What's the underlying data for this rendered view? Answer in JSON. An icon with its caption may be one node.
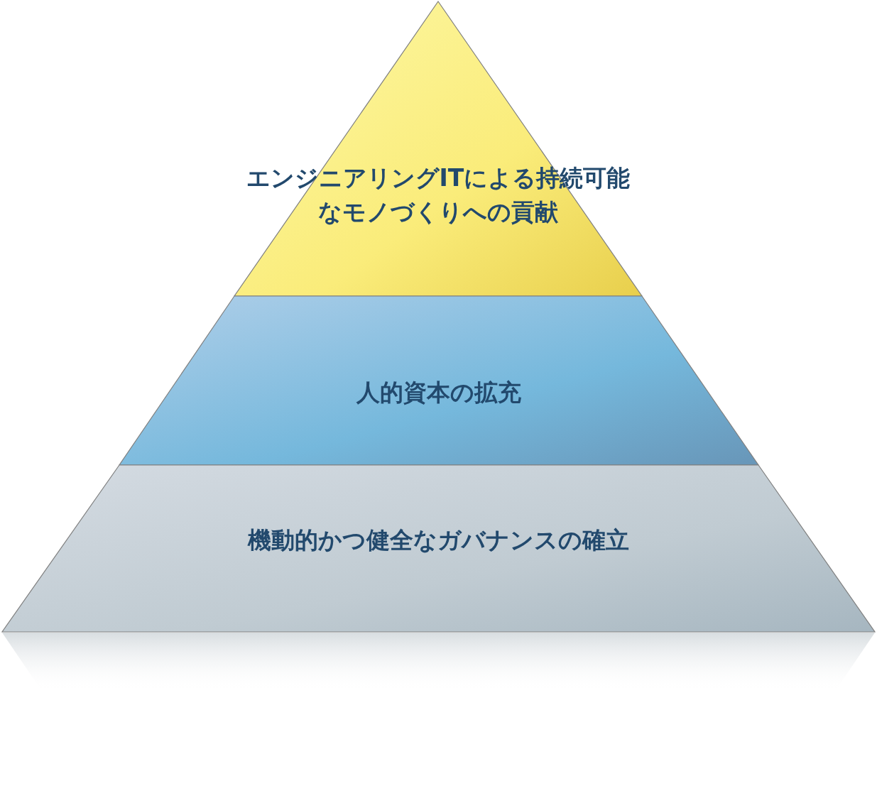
{
  "diagram": {
    "nodes": [
      {
        "text": [
          "エンジニアリングITによる持続可能なモノづくりへの貢献"
        ]
      },
      {
        "text": [
          "人的資本の拡充"
        ]
      },
      {
        "text": [
          "機動的かつ健全なガバナンスの確立"
        ]
      }
    ]
  }
}
